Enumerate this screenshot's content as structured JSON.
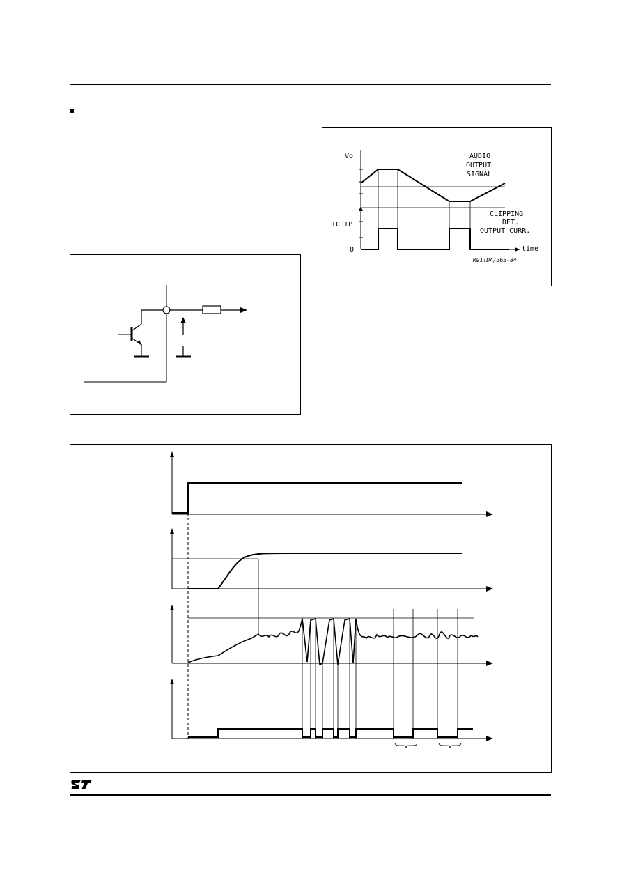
{
  "figure_clipping": {
    "y_label_vo": "Vo",
    "signal_label": [
      "AUDIO",
      "OUTPUT",
      "SIGNAL"
    ],
    "y_label_iclip": "ICLIP",
    "zero_label": "0",
    "detector_label": [
      "CLIPPING",
      "DET.",
      "OUTPUT CURR."
    ],
    "x_label": "time",
    "figure_code": "M91TDA/36B-84"
  },
  "footer": {
    "logo": "ST"
  }
}
